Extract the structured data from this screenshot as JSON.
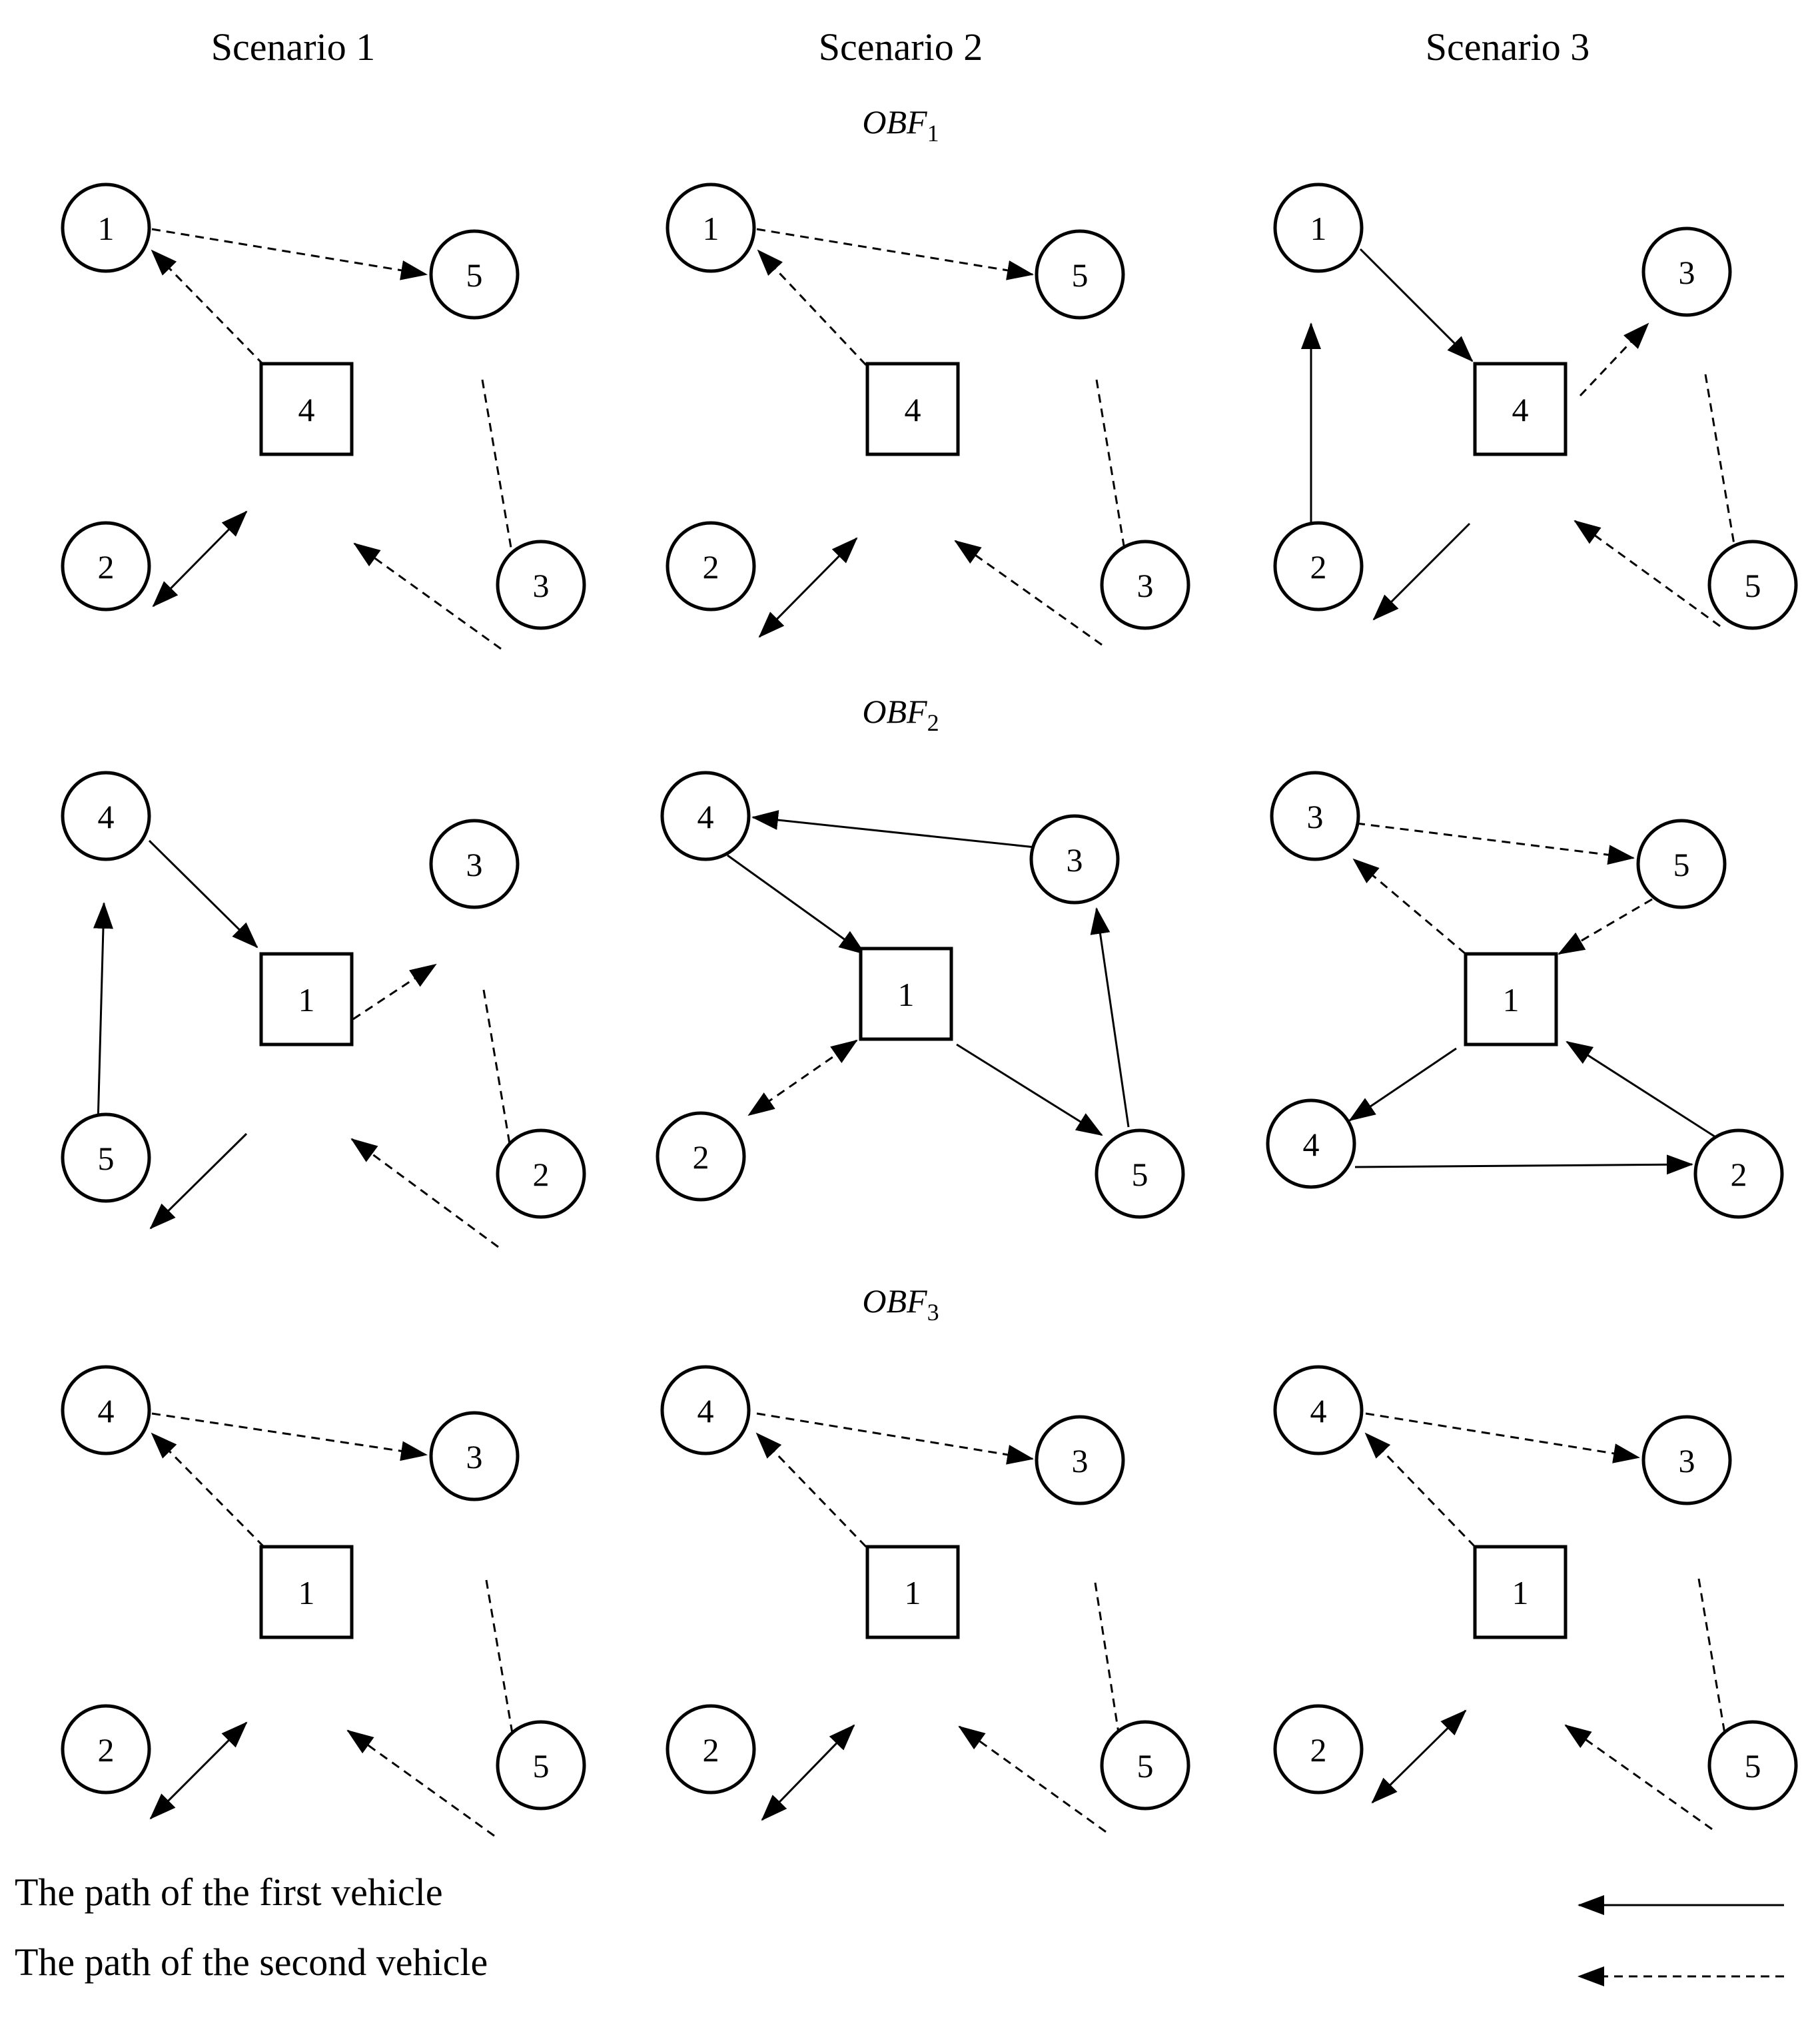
{
  "headers": [
    "Scenario 1",
    "Scenario 2",
    "Scenario 3"
  ],
  "row_labels": [
    {
      "base": "OBF",
      "sub": "1"
    },
    {
      "base": "OBF",
      "sub": "2"
    },
    {
      "base": "OBF",
      "sub": "3"
    }
  ],
  "legend": [
    {
      "label": "The path of the first vehicle",
      "style": "solid"
    },
    {
      "label": "The path of the second vehicle",
      "style": "dashed"
    }
  ],
  "panels": [
    {
      "id": "obf1-s1",
      "nodes": [
        {
          "id": "n1",
          "label": "1",
          "shape": "circle"
        },
        {
          "id": "n5",
          "label": "5",
          "shape": "circle"
        },
        {
          "id": "n4",
          "label": "4",
          "shape": "square"
        },
        {
          "id": "n2",
          "label": "2",
          "shape": "circle"
        },
        {
          "id": "n3",
          "label": "3",
          "shape": "circle"
        }
      ]
    },
    {
      "id": "obf1-s2",
      "nodes": [
        {
          "id": "n1",
          "label": "1",
          "shape": "circle"
        },
        {
          "id": "n5",
          "label": "5",
          "shape": "circle"
        },
        {
          "id": "n4",
          "label": "4",
          "shape": "square"
        },
        {
          "id": "n2",
          "label": "2",
          "shape": "circle"
        },
        {
          "id": "n3",
          "label": "3",
          "shape": "circle"
        }
      ]
    },
    {
      "id": "obf1-s3",
      "nodes": [
        {
          "id": "n1",
          "label": "1",
          "shape": "circle"
        },
        {
          "id": "n3",
          "label": "3",
          "shape": "circle"
        },
        {
          "id": "n4",
          "label": "4",
          "shape": "square"
        },
        {
          "id": "n2",
          "label": "2",
          "shape": "circle"
        },
        {
          "id": "n5",
          "label": "5",
          "shape": "circle"
        }
      ]
    },
    {
      "id": "obf2-s1",
      "nodes": [
        {
          "id": "n4",
          "label": "4",
          "shape": "circle"
        },
        {
          "id": "n3",
          "label": "3",
          "shape": "circle"
        },
        {
          "id": "n1",
          "label": "1",
          "shape": "square"
        },
        {
          "id": "n5",
          "label": "5",
          "shape": "circle"
        },
        {
          "id": "n2",
          "label": "2",
          "shape": "circle"
        }
      ]
    },
    {
      "id": "obf2-s2",
      "nodes": [
        {
          "id": "n4",
          "label": "4",
          "shape": "circle"
        },
        {
          "id": "n3",
          "label": "3",
          "shape": "circle"
        },
        {
          "id": "n1",
          "label": "1",
          "shape": "square"
        },
        {
          "id": "n2",
          "label": "2",
          "shape": "circle"
        },
        {
          "id": "n5",
          "label": "5",
          "shape": "circle"
        }
      ]
    },
    {
      "id": "obf2-s3",
      "nodes": [
        {
          "id": "n3",
          "label": "3",
          "shape": "circle"
        },
        {
          "id": "n5",
          "label": "5",
          "shape": "circle"
        },
        {
          "id": "n1",
          "label": "1",
          "shape": "square"
        },
        {
          "id": "n4",
          "label": "4",
          "shape": "circle"
        },
        {
          "id": "n2",
          "label": "2",
          "shape": "circle"
        }
      ]
    },
    {
      "id": "obf3-s1",
      "nodes": [
        {
          "id": "n4",
          "label": "4",
          "shape": "circle"
        },
        {
          "id": "n3",
          "label": "3",
          "shape": "circle"
        },
        {
          "id": "n1",
          "label": "1",
          "shape": "square"
        },
        {
          "id": "n2",
          "label": "2",
          "shape": "circle"
        },
        {
          "id": "n5",
          "label": "5",
          "shape": "circle"
        }
      ]
    },
    {
      "id": "obf3-s2",
      "nodes": [
        {
          "id": "n4",
          "label": "4",
          "shape": "circle"
        },
        {
          "id": "n3",
          "label": "3",
          "shape": "circle"
        },
        {
          "id": "n1",
          "label": "1",
          "shape": "square"
        },
        {
          "id": "n2",
          "label": "2",
          "shape": "circle"
        },
        {
          "id": "n5",
          "label": "5",
          "shape": "circle"
        }
      ]
    },
    {
      "id": "obf3-s3",
      "nodes": [
        {
          "id": "n4",
          "label": "4",
          "shape": "circle"
        },
        {
          "id": "n3",
          "label": "3",
          "shape": "circle"
        },
        {
          "id": "n1",
          "label": "1",
          "shape": "square"
        },
        {
          "id": "n2",
          "label": "2",
          "shape": "circle"
        },
        {
          "id": "n5",
          "label": "5",
          "shape": "circle"
        }
      ]
    }
  ]
}
